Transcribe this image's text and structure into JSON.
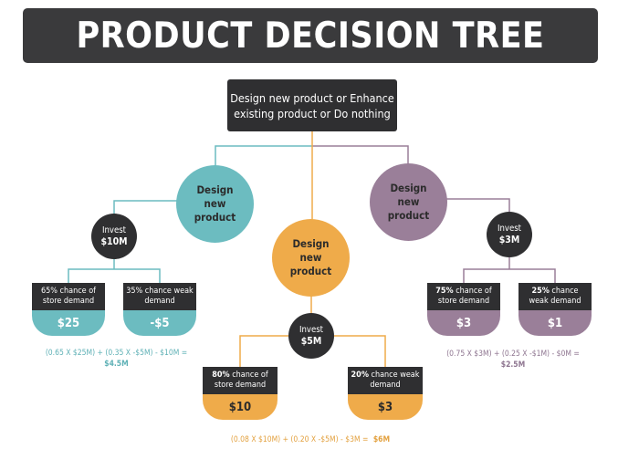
{
  "title": "PRODUCT DECISION TREE",
  "root": {
    "line1": "Design new product or Enhance",
    "line2": "existing product or Do nothing"
  },
  "colors": {
    "dark": "#2f2f31",
    "teal": "#6cbcc0",
    "orange": "#efab4a",
    "purple": "#9a7f99"
  },
  "branches": {
    "left": {
      "option": "Design new product",
      "invest_label": "Invest",
      "invest_amount": "$10M",
      "outcomes": [
        {
          "chance": "65% chance of store demand",
          "value": "$25"
        },
        {
          "chance": "35% chance weak demand",
          "value": "-$5"
        }
      ],
      "calc": "(0.65 X $25M) + (0.35 X -$5M) - $10M =",
      "result": "$4.5M"
    },
    "middle": {
      "option": "Design new product",
      "invest_label": "Invest",
      "invest_amount": "$5M",
      "outcomes": [
        {
          "chance_bold": "80%",
          "chance_rest": " chance of store demand",
          "value": "$10"
        },
        {
          "chance_bold": "20%",
          "chance_rest": " chance weak demand",
          "value": "$3"
        }
      ],
      "calc": "(0.08 X $10M) + (0.20 X -$5M) - $3M =",
      "result": "$6M"
    },
    "right": {
      "option": "Design new product",
      "invest_label": "Invest",
      "invest_amount": "$3M",
      "outcomes": [
        {
          "chance_bold": "75%",
          "chance_rest": " chance of store demand",
          "value": "$3"
        },
        {
          "chance_bold": "25%",
          "chance_rest": " chance weak demand",
          "value": "$1"
        }
      ],
      "calc": "(0.75 X $3M) + (0.25 X -$1M) - $0M =",
      "result": "$2.5M"
    }
  }
}
